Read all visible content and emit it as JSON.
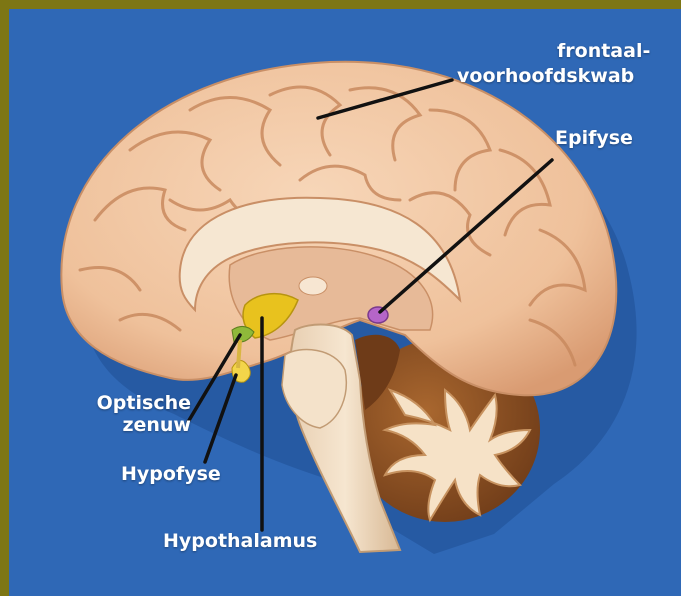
{
  "labels": {
    "frontal_line1": "frontaal-",
    "frontal_line2": "voorhoofdskwab",
    "epifyse": "Epifyse",
    "optic_line1": "Optische",
    "optic_line2": "zenuw",
    "hypofyse": "Hypofyse",
    "hypothalamus": "Hypothalamus"
  },
  "colors": {
    "frame": "#7d7614",
    "background": "#2f68b6",
    "brain": "#f0c4a0",
    "brain_shadow": "#c98f66",
    "hypothalamus": "#e8c21e",
    "epifyse": "#b565c8",
    "label_text": "#ffffff",
    "leader_lines": "#111111"
  }
}
